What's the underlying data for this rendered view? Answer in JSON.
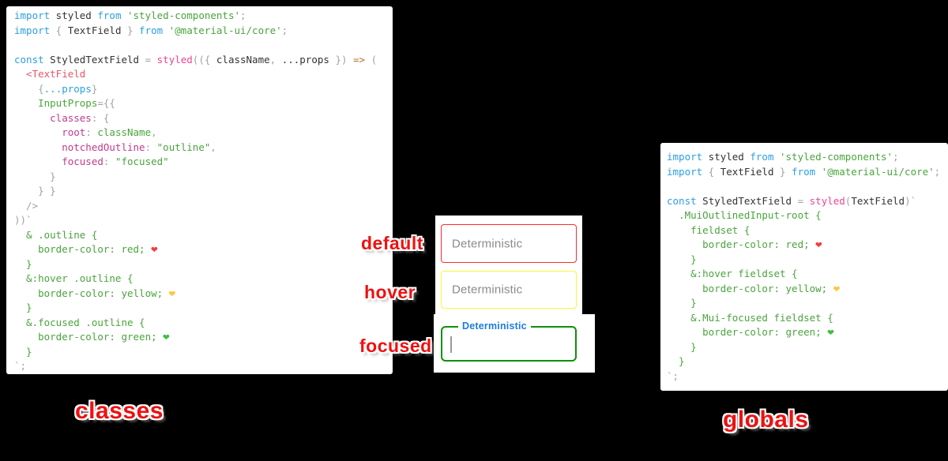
{
  "annotations": {
    "default": "default",
    "hover": "hover",
    "focused": "focused",
    "classes": "classes",
    "globals": "globals"
  },
  "textfields": {
    "default": {
      "placeholder": "Deterministic",
      "border_color": "#ff2b2b",
      "state": "default"
    },
    "hover": {
      "placeholder": "Deterministic",
      "border_color": "#f7f73a",
      "state": "hover"
    },
    "focused": {
      "label": "Deterministic",
      "border_color": "#0c910c",
      "label_color": "#1c7cdf",
      "state": "focused"
    }
  },
  "theme": {
    "keyword_blue": "#2b9fe2",
    "string_green": "#4aa43d",
    "function_pink": "#ee4491",
    "jsx_tag_pink": "#e8566a",
    "property_magenta": "#c23a8c",
    "punctuation_gray": "#a2a2a2",
    "annotation_red": "#ee1111",
    "heart_red": "#f23c3c",
    "heart_yellow": "#ffc53d",
    "heart_green": "#3dbe3d"
  },
  "code_left": {
    "lines": [
      [
        [
          "kw",
          "import"
        ],
        [
          "id",
          " styled "
        ],
        [
          "kw",
          "from"
        ],
        [
          "str",
          " 'styled-components'"
        ],
        [
          "punc",
          ";"
        ]
      ],
      [
        [
          "kw",
          "import"
        ],
        [
          "punc",
          " { "
        ],
        [
          "id",
          "TextField"
        ],
        [
          "punc",
          " } "
        ],
        [
          "kw",
          "from"
        ],
        [
          "str",
          " '@material-ui/core'"
        ],
        [
          "punc",
          ";"
        ]
      ],
      [],
      [
        [
          "kw",
          "const"
        ],
        [
          "id",
          " StyledTextField "
        ],
        [
          "punc",
          "= "
        ],
        [
          "fn",
          "styled"
        ],
        [
          "punc",
          "(({ "
        ],
        [
          "id",
          "className"
        ],
        [
          "punc",
          ", "
        ],
        [
          "id",
          "...props"
        ],
        [
          "punc",
          " }) "
        ],
        [
          "arrow",
          "=>"
        ],
        [
          "punc",
          " ("
        ]
      ],
      [
        [
          "jsx",
          "  <TextField"
        ]
      ],
      [
        [
          "punc",
          "    {"
        ],
        [
          "blue",
          "...props"
        ],
        [
          "punc",
          "}"
        ]
      ],
      [
        [
          "grn",
          "    InputProps"
        ],
        [
          "punc",
          "={{"
        ]
      ],
      [
        [
          "prop",
          "      classes"
        ],
        [
          "punc",
          ": {"
        ]
      ],
      [
        [
          "prop",
          "        root"
        ],
        [
          "punc",
          ": "
        ],
        [
          "grn",
          "className"
        ],
        [
          "punc",
          ","
        ]
      ],
      [
        [
          "prop",
          "        notchedOutline"
        ],
        [
          "punc",
          ": "
        ],
        [
          "str",
          "\"outline\""
        ],
        [
          "punc",
          ","
        ]
      ],
      [
        [
          "prop",
          "        focused"
        ],
        [
          "punc",
          ": "
        ],
        [
          "str",
          "\"focused\""
        ]
      ],
      [
        [
          "punc",
          "      }"
        ]
      ],
      [
        [
          "punc",
          "    } }"
        ]
      ],
      [
        [
          "punc",
          "  />"
        ]
      ],
      [
        [
          "punc",
          "))`"
        ]
      ],
      [
        [
          "grn",
          "  & .outline {"
        ]
      ],
      [
        [
          "grn",
          "    border-color: red; "
        ],
        [
          "hr",
          "❤"
        ]
      ],
      [
        [
          "grn",
          "  }"
        ]
      ],
      [
        [
          "grn",
          "  &:hover .outline {"
        ]
      ],
      [
        [
          "grn",
          "    border-color: yellow; "
        ],
        [
          "hy",
          "❤"
        ]
      ],
      [
        [
          "grn",
          "  }"
        ]
      ],
      [
        [
          "grn",
          "  &.focused .outline {"
        ]
      ],
      [
        [
          "grn",
          "    border-color: green; "
        ],
        [
          "hg",
          "❤"
        ]
      ],
      [
        [
          "grn",
          "  }"
        ]
      ],
      [
        [
          "punc",
          "`;"
        ]
      ]
    ]
  },
  "code_right": {
    "lines": [
      [
        [
          "kw",
          "import"
        ],
        [
          "id",
          " styled "
        ],
        [
          "kw",
          "from"
        ],
        [
          "str",
          " 'styled-components'"
        ],
        [
          "punc",
          ";"
        ]
      ],
      [
        [
          "kw",
          "import"
        ],
        [
          "punc",
          " { "
        ],
        [
          "id",
          "TextField"
        ],
        [
          "punc",
          " } "
        ],
        [
          "kw",
          "from"
        ],
        [
          "str",
          " '@material-ui/core'"
        ],
        [
          "punc",
          ";"
        ]
      ],
      [],
      [
        [
          "kw",
          "const"
        ],
        [
          "id",
          " StyledTextField "
        ],
        [
          "punc",
          "= "
        ],
        [
          "fn",
          "styled"
        ],
        [
          "punc",
          "("
        ],
        [
          "id",
          "TextField"
        ],
        [
          "punc",
          ")`"
        ]
      ],
      [
        [
          "grn",
          "  .MuiOutlinedInput-root {"
        ]
      ],
      [
        [
          "grn",
          "    fieldset {"
        ]
      ],
      [
        [
          "grn",
          "      border-color: red; "
        ],
        [
          "hr",
          "❤"
        ]
      ],
      [
        [
          "grn",
          "    }"
        ]
      ],
      [
        [
          "grn",
          "    &:hover fieldset {"
        ]
      ],
      [
        [
          "grn",
          "      border-color: yellow; "
        ],
        [
          "hy",
          "❤"
        ]
      ],
      [
        [
          "grn",
          "    }"
        ]
      ],
      [
        [
          "grn",
          "    &.Mui-focused fieldset {"
        ]
      ],
      [
        [
          "grn",
          "      border-color: green; "
        ],
        [
          "hg",
          "❤"
        ]
      ],
      [
        [
          "grn",
          "    }"
        ]
      ],
      [
        [
          "grn",
          "  }"
        ]
      ],
      [
        [
          "punc",
          "`;"
        ]
      ]
    ]
  }
}
